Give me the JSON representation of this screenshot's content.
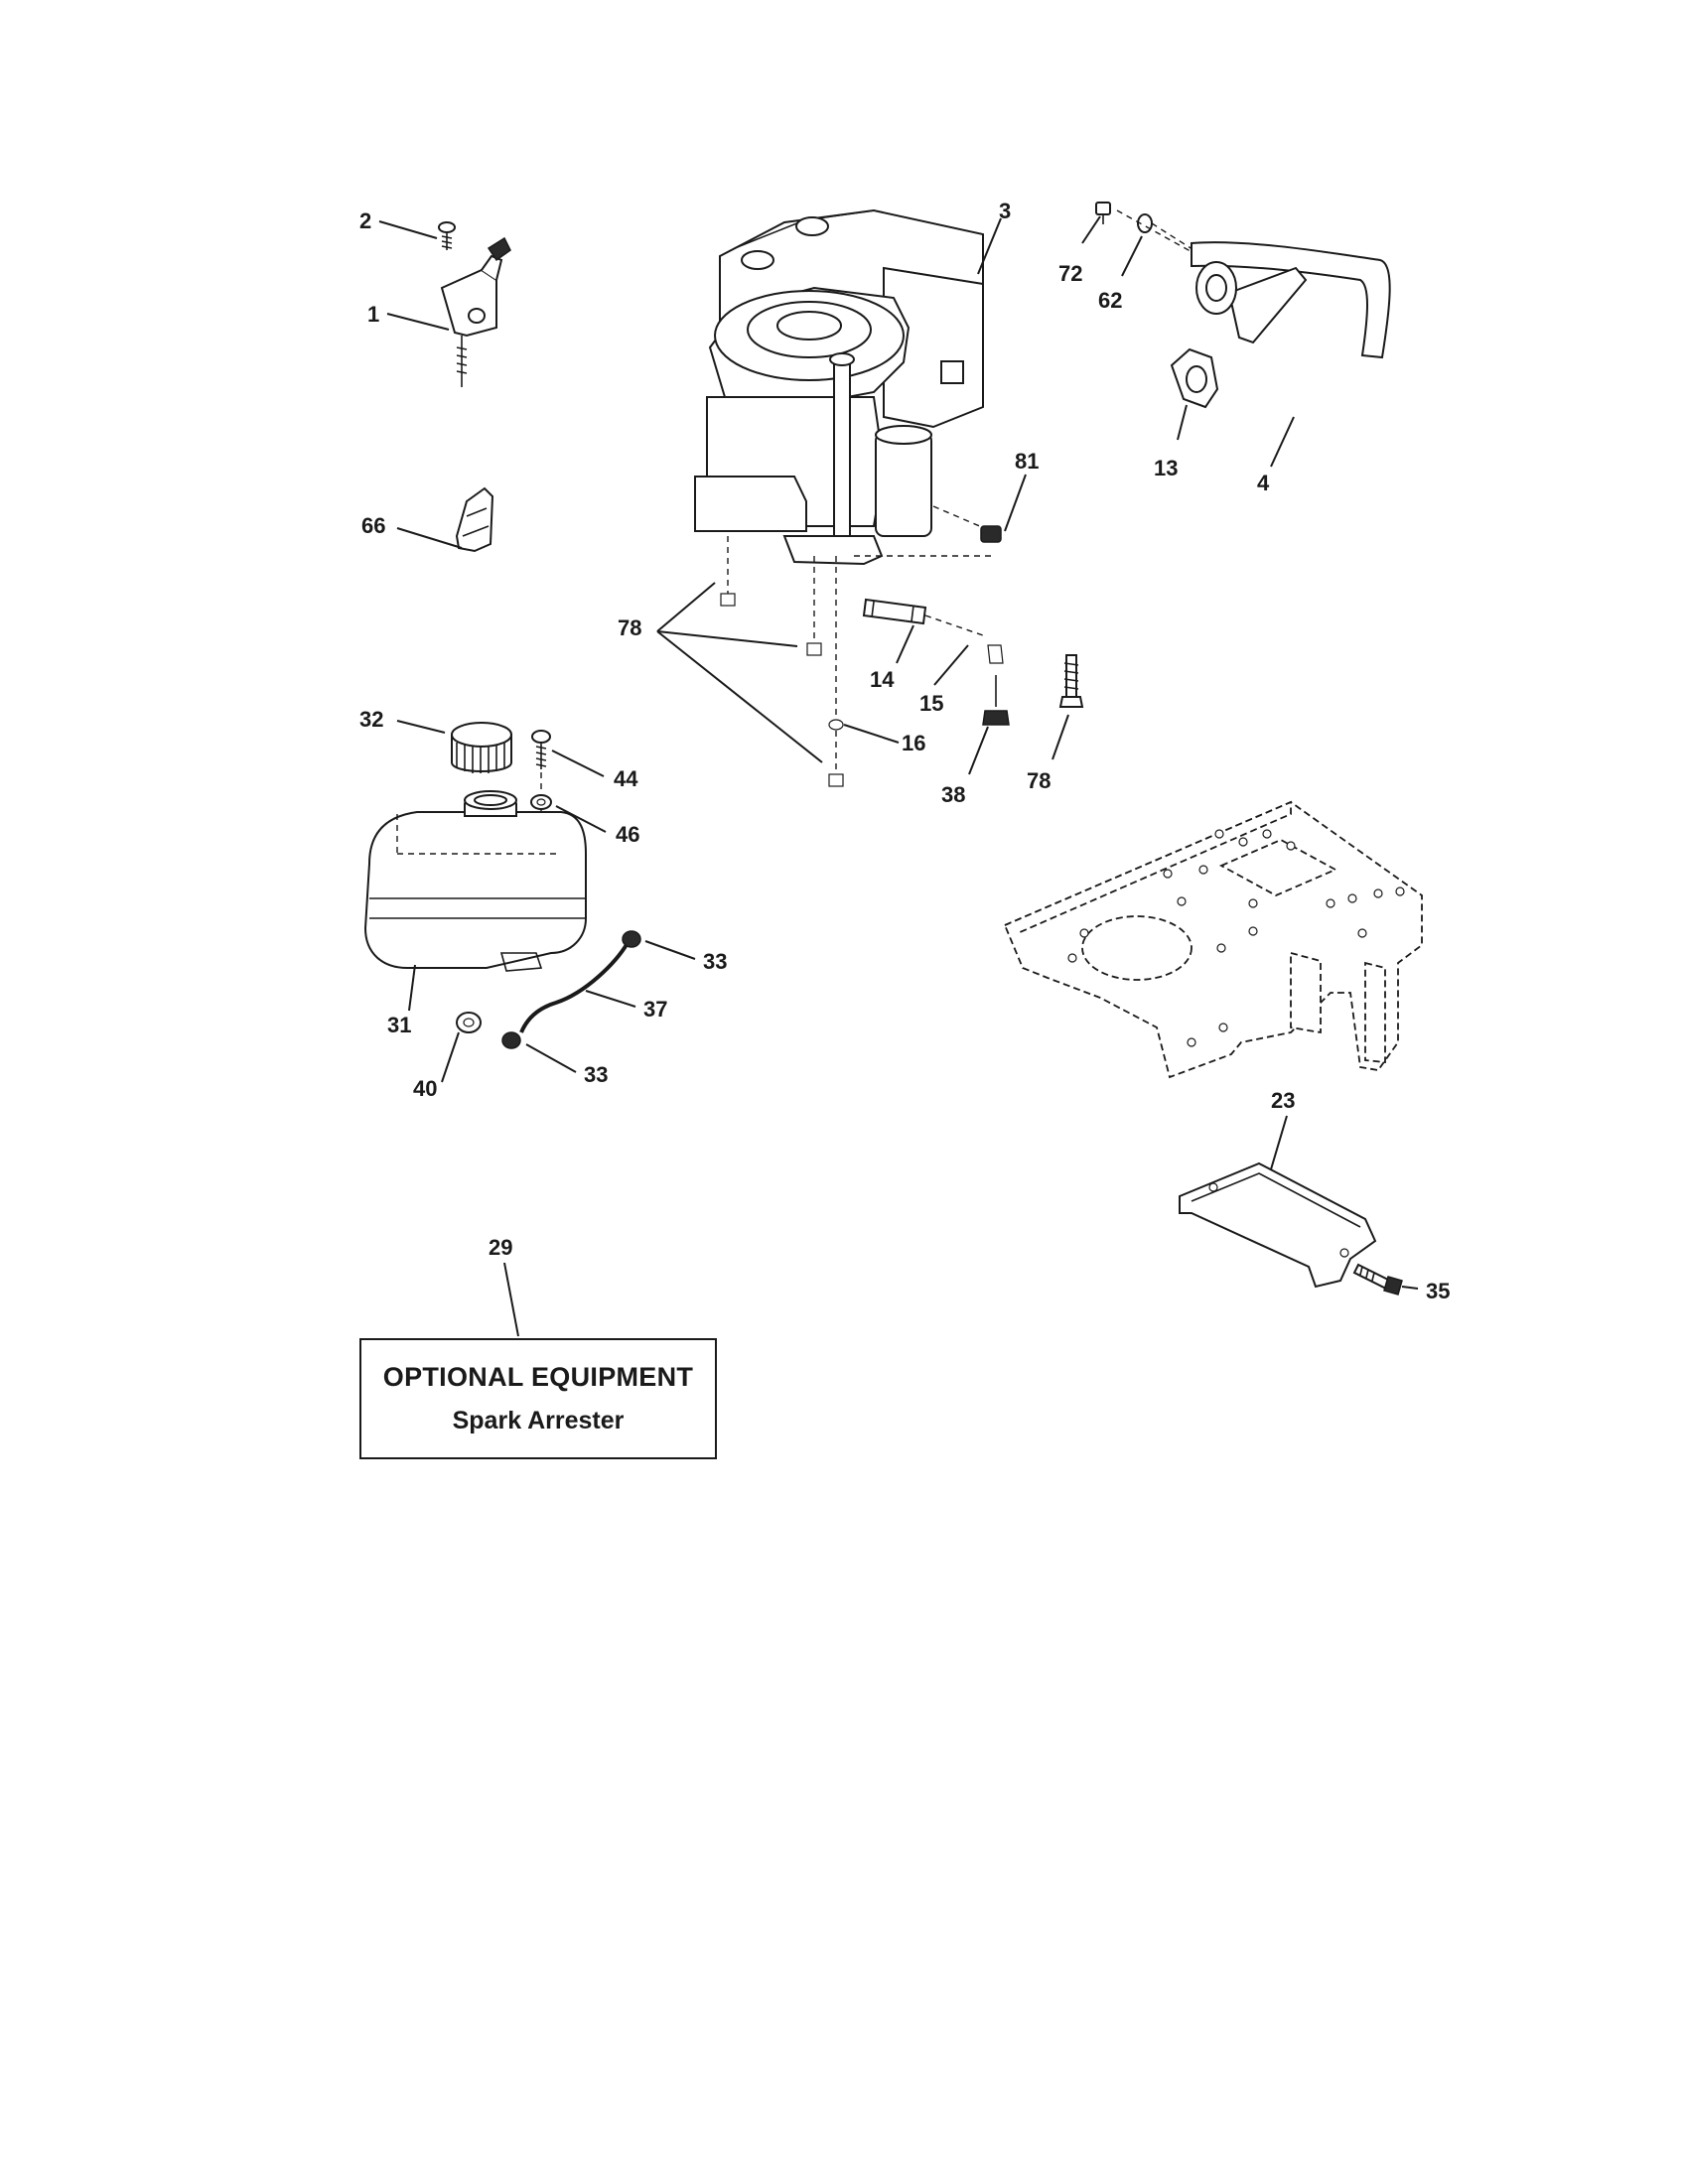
{
  "diagram": {
    "callouts": {
      "c1": "1",
      "c2": "2",
      "c3": "3",
      "c4": "4",
      "c13": "13",
      "c14": "14",
      "c15": "15",
      "c16": "16",
      "c23": "23",
      "c29": "29",
      "c31": "31",
      "c32": "32",
      "c33a": "33",
      "c33b": "33",
      "c35": "35",
      "c37": "37",
      "c38": "38",
      "c40": "40",
      "c44": "44",
      "c46": "46",
      "c62": "62",
      "c66": "66",
      "c72": "72",
      "c78a": "78",
      "c78b": "78",
      "c81": "81"
    },
    "optional_box": {
      "title": "OPTIONAL EQUIPMENT",
      "subtitle": "Spark Arrester"
    }
  }
}
